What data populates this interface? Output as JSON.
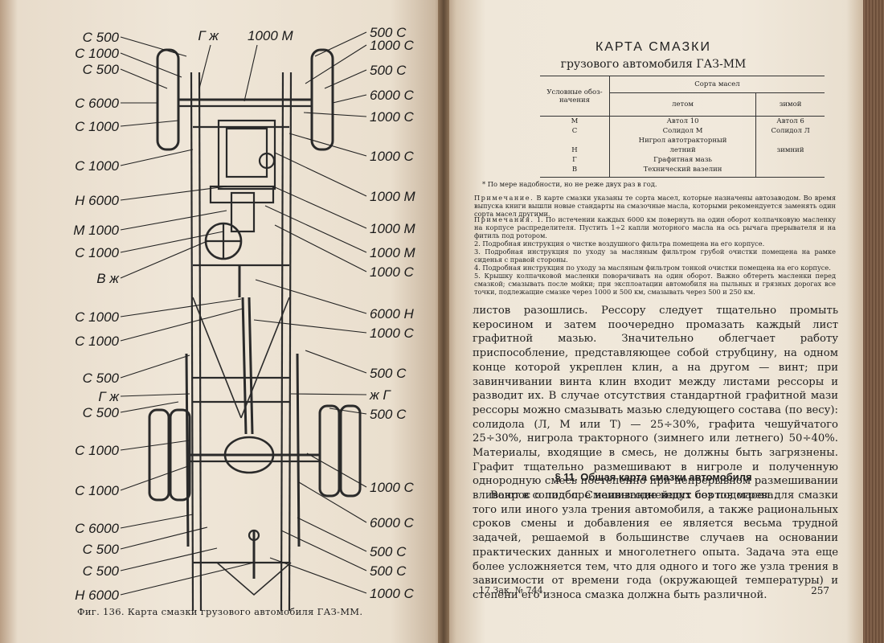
{
  "left_page": {
    "labels_left": [
      "С 500",
      "С 1000",
      "С 500",
      "С 6000",
      "С 1000",
      "С 1000",
      "Н 6000",
      "М 1000",
      "С 1000",
      "В ж",
      "С 1000",
      "С 1000",
      "С 500",
      "Г ж",
      "С 500",
      "С 1000",
      "С 1000",
      "С 6000",
      "С 500",
      "С 500",
      "Н 6000"
    ],
    "labels_top": [
      "Г ж",
      "1000 М"
    ],
    "labels_right": [
      "500 С",
      "1000 С",
      "500 С",
      "6000 С",
      "1000 С",
      "1000 С",
      "1000 М",
      "1000 М",
      "1000 М",
      "1000 С",
      "6000 Н",
      "1000 С",
      "500 С",
      "ж Г",
      "500 С",
      "1000 С",
      "6000 С",
      "500 С",
      "500 С",
      "1000 С"
    ],
    "caption": "Фиг. 136. Карта смазки грузового автомобиля ГАЗ-ММ."
  },
  "right_page": {
    "card_title": "КАРТА СМАЗКИ",
    "card_subtitle": "грузового автомобиля ГАЗ-ММ",
    "table": {
      "col_conditional": "Условные обоз-\nначения",
      "col_oil": "Сорта масел",
      "col_summer": "летом",
      "col_winter": "зимой",
      "rows": [
        {
          "code": "М",
          "summer": "Автол 10",
          "winter": "Автол 6"
        },
        {
          "code": "С",
          "summer": "Солидол М",
          "winter": "Солидол Л"
        },
        {
          "code": "",
          "summer": "Нигрол автотракторный",
          "winter": ""
        },
        {
          "code": "Н",
          "summer": "летний",
          "winter": "зимний"
        },
        {
          "code": "Г",
          "summer": "Графитная мазь",
          "winter": ""
        },
        {
          "code": "В",
          "summer": "Технический вазелин",
          "winter": ""
        }
      ]
    },
    "footnote": "* По мере надобности, но не реже двух раз в год.",
    "note_main_label": "Примечание.",
    "note_main": "В карте смазки указаны те сорта масел, которые назначены автозаводом. Во время выпуска книги вышли новые стандарты на смазочные масла, которыми рекомендуется заменять один сорта масел другими.",
    "notes_label": "Примечания.",
    "notes": [
      "1. По истечении каждых 6000 км повернуть на один оборот колпачковую масленку на корпусе распределителя. Пустить 1÷2 капли моторного масла на ось рычага прерывателя и на фитиль под ротором.",
      "2. Подробная инструкция о чистке воздушного фильтра помещена на его корпусе.",
      "3. Подробная инструкция по уходу за масляным фильтром грубой очистки помещена на рамке сиденья с правой стороны.",
      "4. Подробная инструкция по уходу за масляным фильтром тонкой очистки помещена на его корпусе.",
      "5. Крышку колпачковой масленки поворачивать на один оборот. Важно обтереть масленки перед смазкой; смазывать после мойки; при эксплоатации автомобиля на пыльных и грязных дорогах все точки, подлежащие смазке через 1000 и 500 км, смазывать через 500 и 250 км."
    ],
    "paragraph_continue": "листов разошлись. Рессору следует тщательно промыть керосином и затем поочередно промазать каждый лист графитной мазью. Значительно облегчает работу приспособление, представляющее собой струбцину, на одном конце которой укреплен клин, а на другом — винт; при завинчивании винта клин входит между листами рессоры и разводит их. В случае отсутствия стандартной графитной мази рессоры можно смазывать мазью следующего состава (по весу): солидола (Л, М или Т) — 25÷30%, графита чешуйчатого 25÷30%, нигрола тракторного (зимнего или летнего) 50÷40%. Материалы, входящие в смесь, не должны быть загрязнены. Графит тщательно размешивают в нигроле и полученную однородную смесь постепенно при непрерывном размешивании вливают в солидол. Смешивание ведут без подогрева.",
    "section_heading": "§ 11. Общая карта смазки автомобиля",
    "paragraph_section": "Вопрос о подборе наивыгоднейших сортов масел для смазки того или иного узла трения автомобиля, а также рациональных сроков смены и добавления ее является весьма трудной задачей, решаемой в большинстве случаев на основании практических данных и многолетнего опыта. Задача эта еще более усложняется тем, что для одного и того же узла трения в зависимости от времени года (окружающей температуры) и степени его износа смазка должна быть различной.",
    "footer_left": "17 Зак. № 744.",
    "page_number": "257"
  }
}
